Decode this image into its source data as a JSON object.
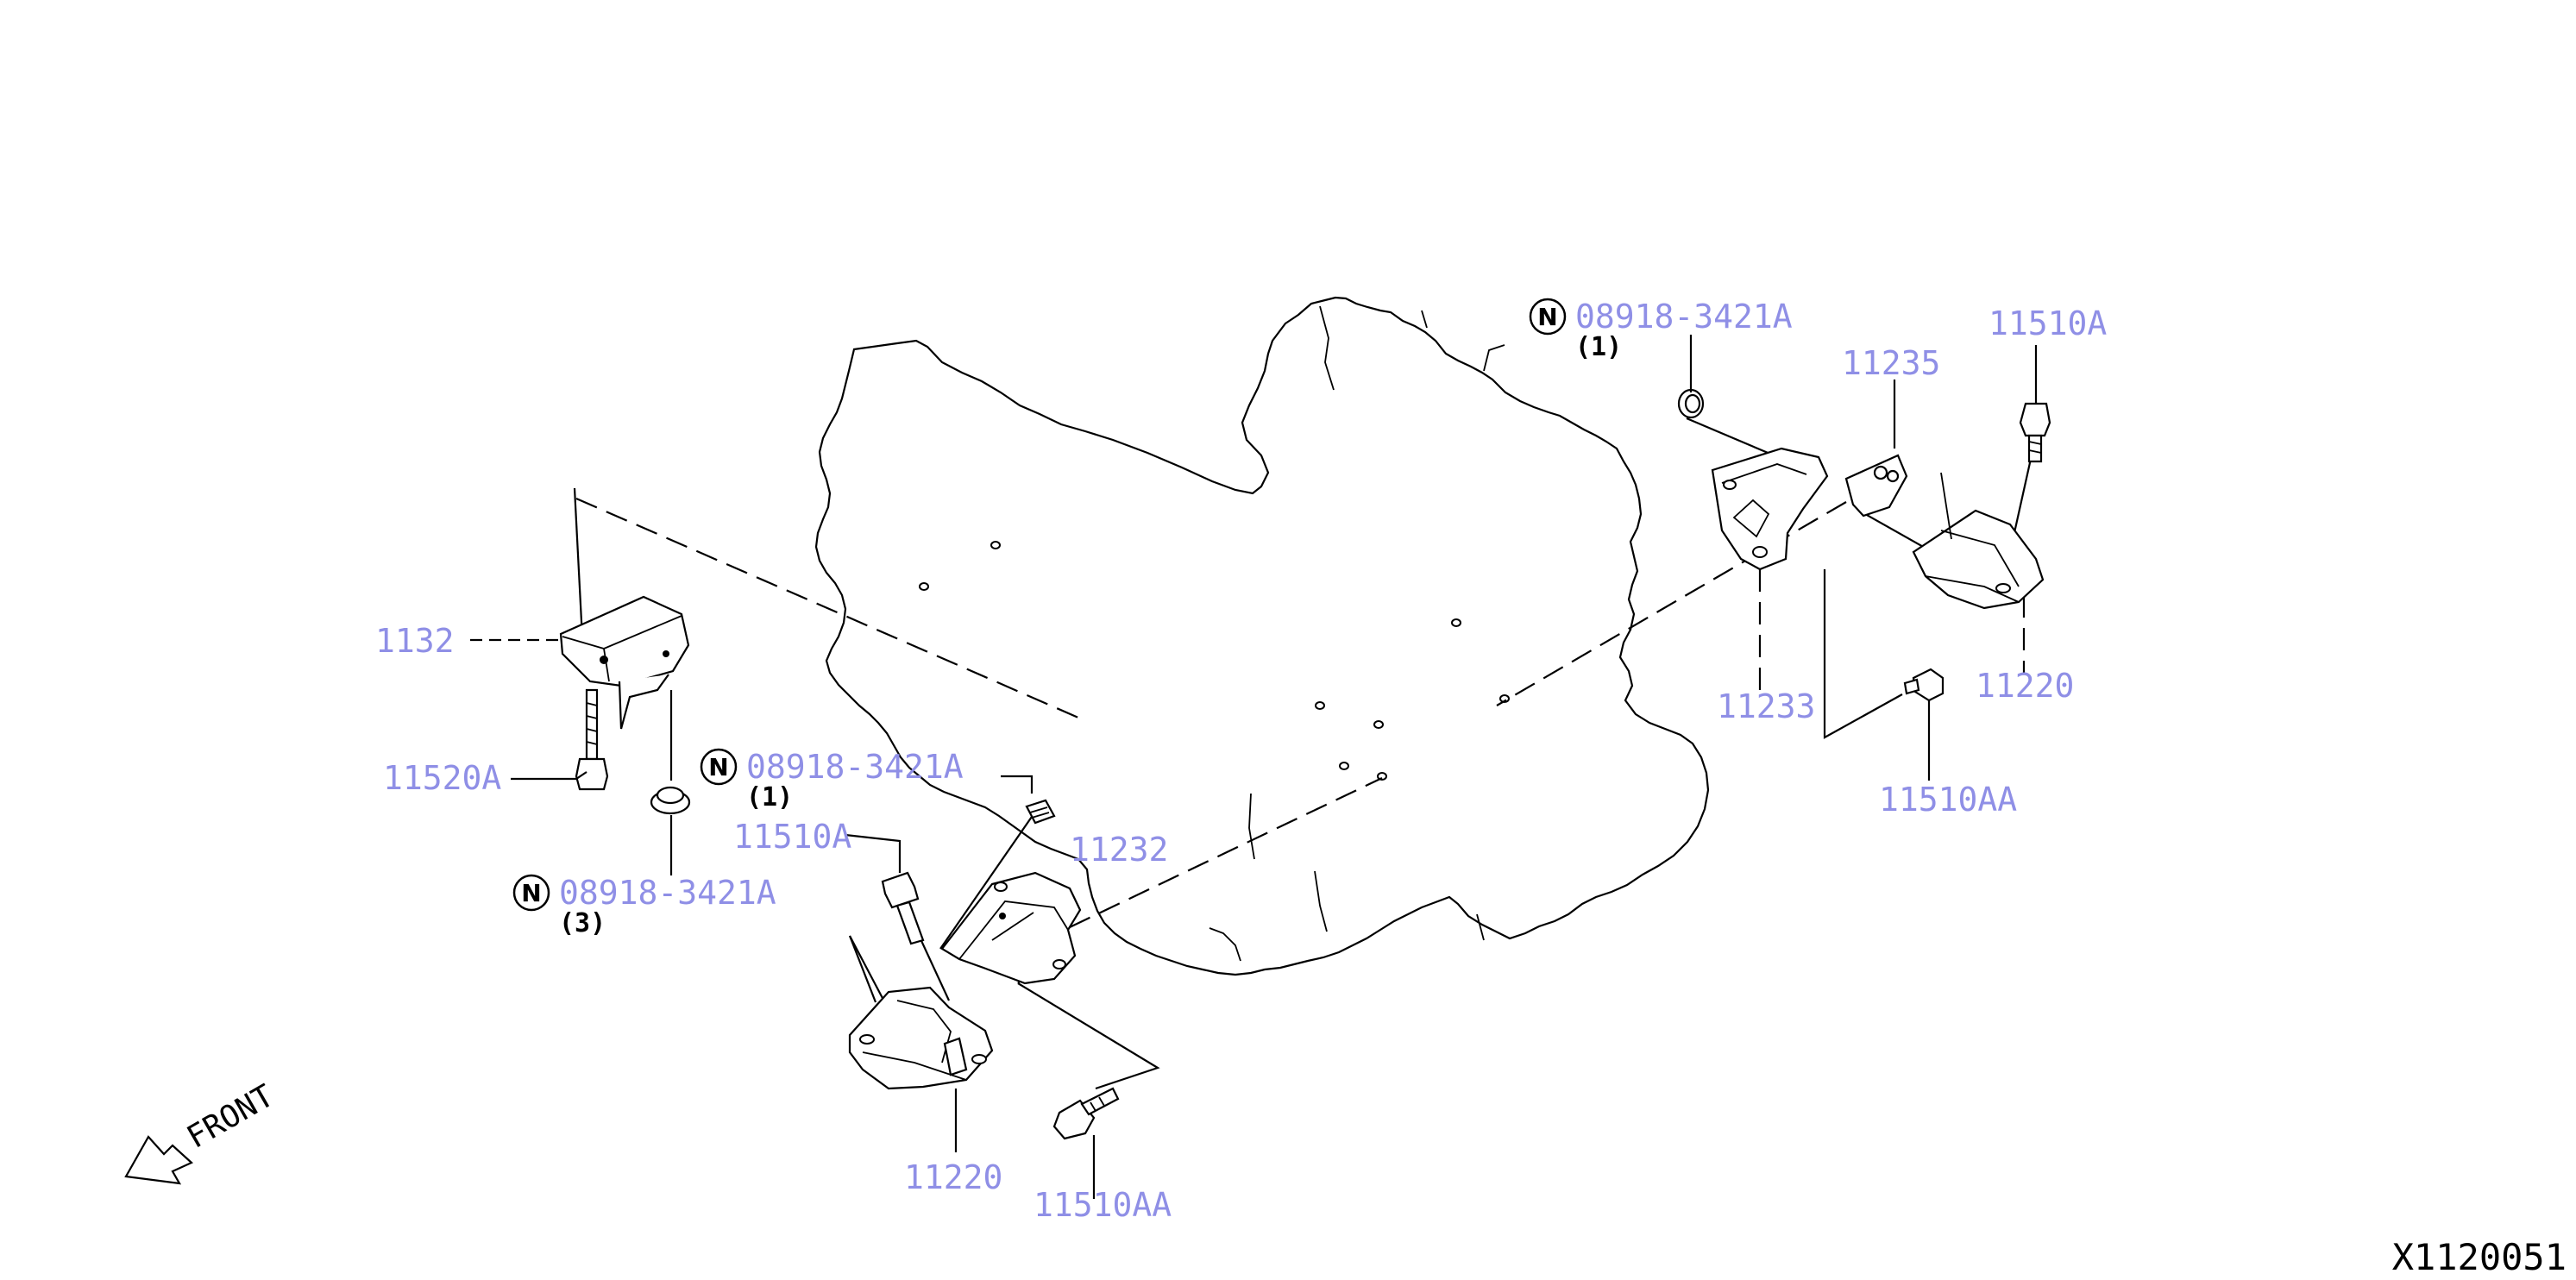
{
  "diagram_id": "X1120051",
  "front_label": "FRONT",
  "callouts": {
    "mount_rear_left": "11220",
    "mount_rear_right": "11220",
    "bracket_front": "11232",
    "bracket_right": "11233",
    "plate_right": "11235",
    "bracket_left": "1132",
    "bolt_a_lower": "11510A",
    "bolt_a_upper": "11510A",
    "bolt_aa_lower": "11510AA",
    "bolt_aa_right": "11510AA",
    "bolt_520a": "11520A",
    "nut_upper": "08918-3421A",
    "nut_mid": "08918-3421A",
    "nut_left": "08918-3421A"
  },
  "quantities": {
    "nut_upper": "(1)",
    "nut_mid": "(1)",
    "nut_left": "(3)"
  },
  "badge_letter": "N",
  "colors": {
    "callout_link": "#8f8fe6",
    "line": "#000000",
    "background": "#ffffff"
  },
  "icons": {
    "new_part_badge": "circled-N",
    "front_arrow": "arrow-down-left"
  }
}
